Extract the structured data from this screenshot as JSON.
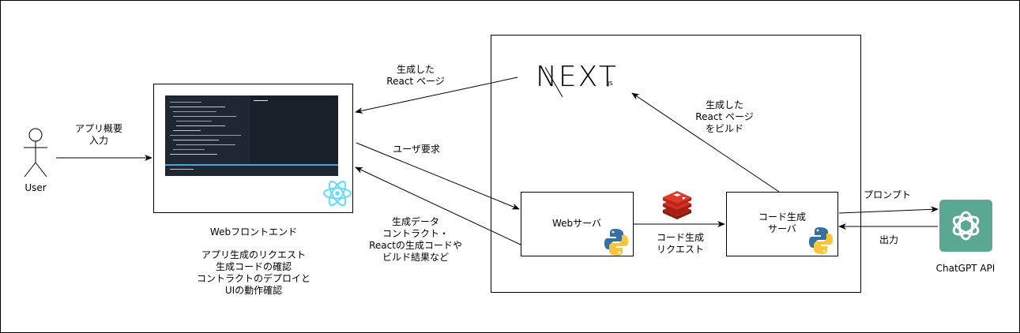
{
  "labels": {
    "user": "User",
    "app_input": [
      "アプリ概要",
      "入力"
    ],
    "react_page_to_frontend": [
      "生成した",
      "React ページ"
    ],
    "user_request": "ユーザ要求",
    "generated_data": [
      "生成データ",
      "コントラクト・",
      "Reactの生成コードや",
      "ビルド結果など"
    ],
    "web_frontend_title": "Webフロントエンド",
    "web_frontend_desc": [
      "アプリ生成のリクエスト",
      "生成コードの確認",
      "コントラクトのデプロイと",
      "UIの動作確認"
    ],
    "next_logo": "NEXT",
    "next_logo_suffix": ".JS",
    "build_react_page": [
      "生成した",
      "React ページ",
      "をビルド"
    ],
    "web_server": "Webサーバ",
    "code_gen_request": [
      "コード生成",
      "リクエスト"
    ],
    "code_gen_server": [
      "コード生成",
      "サーバ"
    ],
    "prompt": "プロンプト",
    "output": "出力",
    "chatgpt_api": "ChatGPT API"
  },
  "icons": {
    "react": "react-icon",
    "python": "python-icon",
    "redis": "redis-icon",
    "openai": "openai-icon",
    "user": "stick-figure-icon"
  },
  "colors": {
    "react": "#61dafb",
    "python_blue": "#3771a1",
    "python_yellow": "#f7c63a",
    "redis": "#d82c20",
    "openai_bg": "#5ba890",
    "screen_bg": "#1f2733"
  }
}
